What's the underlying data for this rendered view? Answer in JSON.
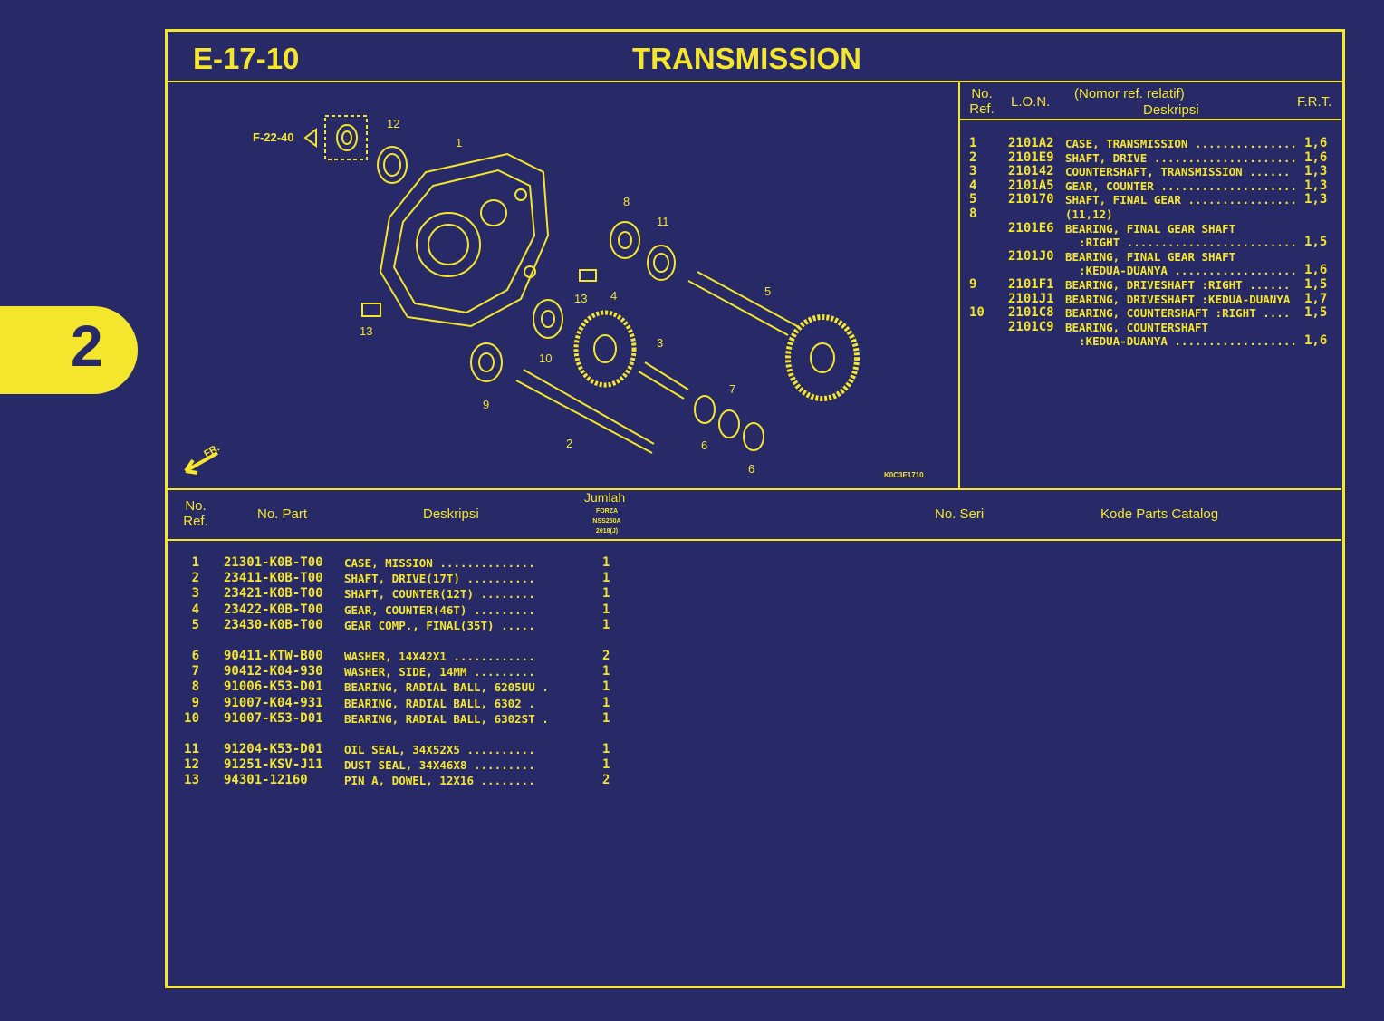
{
  "header": {
    "code": "E-17-10",
    "title": "TRANSMISSION"
  },
  "section_tab": "2",
  "diagram": {
    "ref_link": "F-22-40",
    "direction": "FR.",
    "image_code": "K0C3E1710",
    "callouts": [
      "12",
      "1",
      "8",
      "11",
      "5",
      "4",
      "13",
      "13",
      "3",
      "10",
      "9",
      "7",
      "6",
      "2",
      "6"
    ]
  },
  "lon_table": {
    "headers": {
      "no_ref": "No.\nRef.",
      "lon": "L.O.N.",
      "desc_top": "(Nomor ref. relatif)",
      "desc": "Deskripsi",
      "frt": "F.R.T."
    },
    "rows": [
      {
        "ref": "1",
        "lon": "2101A2",
        "desc": "CASE, TRANSMISSION ...............",
        "frt": "1,6"
      },
      {
        "ref": "2",
        "lon": "2101E9",
        "desc": "SHAFT, DRIVE .....................",
        "frt": "1,6"
      },
      {
        "ref": "3",
        "lon": "210142",
        "desc": "COUNTERSHAFT, TRANSMISSION ......",
        "frt": "1,3"
      },
      {
        "ref": "4",
        "lon": "2101A5",
        "desc": "GEAR, COUNTER ....................",
        "frt": "1,3"
      },
      {
        "ref": "5",
        "lon": "210170",
        "desc": "SHAFT, FINAL GEAR ................",
        "frt": "1,3"
      },
      {
        "ref": "8",
        "lon": "",
        "desc": "(11,12)",
        "frt": ""
      },
      {
        "ref": "",
        "lon": "2101E6",
        "desc": "BEARING, FINAL GEAR SHAFT",
        "frt": ""
      },
      {
        "ref": "",
        "lon": "",
        "desc": "  :RIGHT .........................",
        "frt": "1,5"
      },
      {
        "ref": "",
        "lon": "2101J0",
        "desc": "BEARING, FINAL GEAR SHAFT",
        "frt": ""
      },
      {
        "ref": "",
        "lon": "",
        "desc": "  :KEDUA-DUANYA ..................",
        "frt": "1,6"
      },
      {
        "ref": "9",
        "lon": "2101F1",
        "desc": "BEARING, DRIVESHAFT :RIGHT ......",
        "frt": "1,5"
      },
      {
        "ref": "",
        "lon": "2101J1",
        "desc": "BEARING, DRIVESHAFT :KEDUA-DUANYA",
        "frt": "1,7"
      },
      {
        "ref": "10",
        "lon": "2101C8",
        "desc": "BEARING, COUNTERSHAFT :RIGHT ....",
        "frt": "1,5"
      },
      {
        "ref": "",
        "lon": "2101C9",
        "desc": "BEARING, COUNTERSHAFT",
        "frt": ""
      },
      {
        "ref": "",
        "lon": "",
        "desc": "  :KEDUA-DUANYA ..................",
        "frt": "1,6"
      }
    ]
  },
  "parts_table": {
    "headers": {
      "no_ref": "No.\nRef.",
      "part_no": "No. Part",
      "desc": "Deskripsi",
      "qty": "Jumlah",
      "model": "FORZA\nNSS250A\n2018(J)",
      "serial": "No. Seri",
      "catalog": "Kode Parts Catalog"
    },
    "rows": [
      {
        "ref": "1",
        "part": "21301-K0B-T00",
        "desc": "CASE, MISSION ..............",
        "qty": "1"
      },
      {
        "ref": "2",
        "part": "23411-K0B-T00",
        "desc": "SHAFT, DRIVE(17T) ..........",
        "qty": "1"
      },
      {
        "ref": "3",
        "part": "23421-K0B-T00",
        "desc": "SHAFT, COUNTER(12T) ........",
        "qty": "1"
      },
      {
        "ref": "4",
        "part": "23422-K0B-T00",
        "desc": "GEAR, COUNTER(46T) .........",
        "qty": "1"
      },
      {
        "ref": "5",
        "part": "23430-K0B-T00",
        "desc": "GEAR COMP., FINAL(35T) .....",
        "qty": "1"
      },
      {
        "ref": "6",
        "part": "90411-KTW-B00",
        "desc": "WASHER, 14X42X1 ............",
        "qty": "2"
      },
      {
        "ref": "7",
        "part": "90412-K04-930",
        "desc": "WASHER, SIDE, 14MM .........",
        "qty": "1"
      },
      {
        "ref": "8",
        "part": "91006-K53-D01",
        "desc": "BEARING, RADIAL BALL, 6205UU .",
        "qty": "1"
      },
      {
        "ref": "9",
        "part": "91007-K04-931",
        "desc": "BEARING, RADIAL BALL, 6302 .",
        "qty": "1"
      },
      {
        "ref": "10",
        "part": "91007-K53-D01",
        "desc": "BEARING, RADIAL BALL, 6302ST .",
        "qty": "1"
      },
      {
        "ref": "11",
        "part": "91204-K53-D01",
        "desc": "OIL SEAL, 34X52X5 ..........",
        "qty": "1"
      },
      {
        "ref": "12",
        "part": "91251-KSV-J11",
        "desc": "DUST SEAL, 34X46X8 .........",
        "qty": "1"
      },
      {
        "ref": "13",
        "part": "94301-12160",
        "desc": "PIN A, DOWEL, 12X16 ........",
        "qty": "2"
      }
    ]
  },
  "colors": {
    "background": "#272a66",
    "accent": "#f4e62c"
  }
}
